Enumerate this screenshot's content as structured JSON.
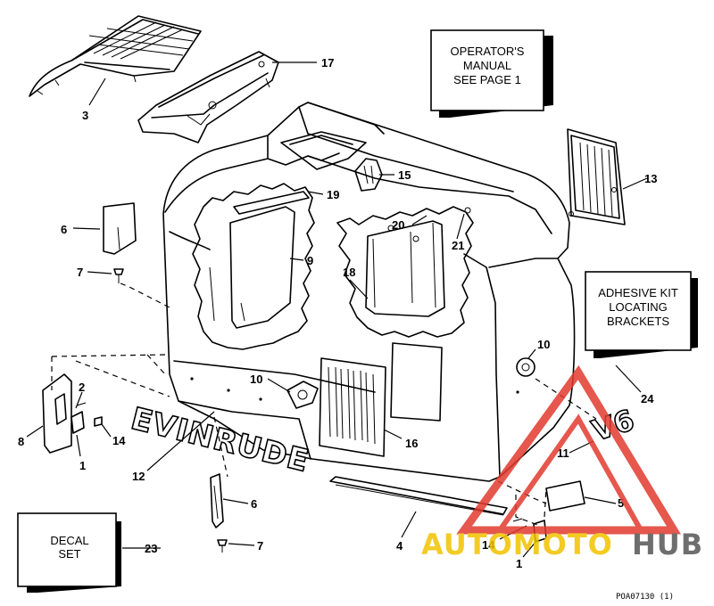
{
  "notes": {
    "operators_manual": [
      "OPERATOR'S",
      "MANUAL",
      "SEE PAGE 1"
    ],
    "adhesive_kit": [
      "ADHESIVE KIT",
      "LOCATING",
      "BRACKETS"
    ],
    "decal_set": [
      "DECAL",
      "SET"
    ]
  },
  "decal_lettering": "EVINRUDE",
  "decal_v6": "V6",
  "callouts": {
    "c3": "3",
    "c17": "17",
    "c15": "15",
    "c13": "13",
    "c19": "19",
    "c6a": "6",
    "c20": "20",
    "c21": "21",
    "c9": "9",
    "c7a": "7",
    "c18": "18",
    "c10a": "10",
    "c10b": "10",
    "c2": "2",
    "c8": "8",
    "c14a": "14",
    "c1a": "1",
    "c16": "16",
    "c24": "24",
    "c12": "12",
    "c11": "11",
    "c6b": "6",
    "c5": "5",
    "c7b": "7",
    "c23": "23",
    "c4": "4",
    "c14b": "14",
    "c1b": "1"
  },
  "watermark": {
    "brand_left": "AUTOMOTO",
    "brand_right": "HUB",
    "brand_color": "#f2c300",
    "brand_dark": "#555555",
    "triangle_color": "#e23a2e"
  },
  "footer_code": "POA07130   (1)"
}
